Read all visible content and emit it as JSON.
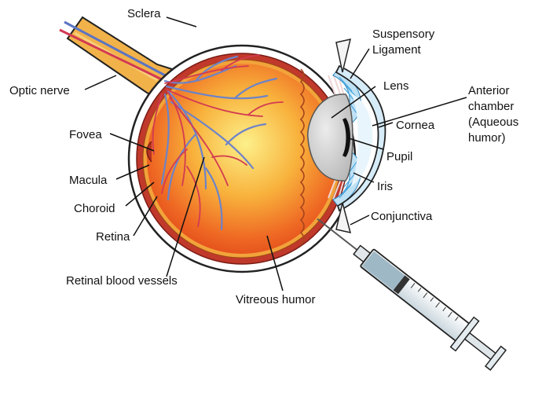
{
  "labels": {
    "sclera": "Sclera",
    "optic_nerve": "Optic nerve",
    "fovea": "Fovea",
    "macula": "Macula",
    "choroid": "Choroid",
    "retina": "Retina",
    "retinal_blood_vessels": "Retinal blood vessels",
    "vitreous_humor": "Vitreous humor",
    "suspensory_ligament": [
      "Suspensory",
      "Ligament"
    ],
    "lens": "Lens",
    "anterior_chamber": [
      "Anterior",
      "chamber",
      "(Aqueous",
      "humor)"
    ],
    "cornea": "Cornea",
    "pupil": "Pupil",
    "iris": "Iris",
    "conjunctiva": "Conjunctiva"
  },
  "colors": {
    "sclera": "#ffffff",
    "choroid": "#c0392b",
    "retina": "#f2a33a",
    "vitreous_center": "#fdf08a",
    "vitreous_edge": "#e8521f",
    "optic_nerve": "#f2b24a",
    "artery": "#d23a52",
    "vein": "#6d83c8",
    "cornea": "#d6ecf8",
    "iris_fibers": "#4aa8e0",
    "lens": "#cfcfcf",
    "syringe_barrel": "#e4ecf0",
    "syringe_fluid": "#6f8fa0"
  }
}
